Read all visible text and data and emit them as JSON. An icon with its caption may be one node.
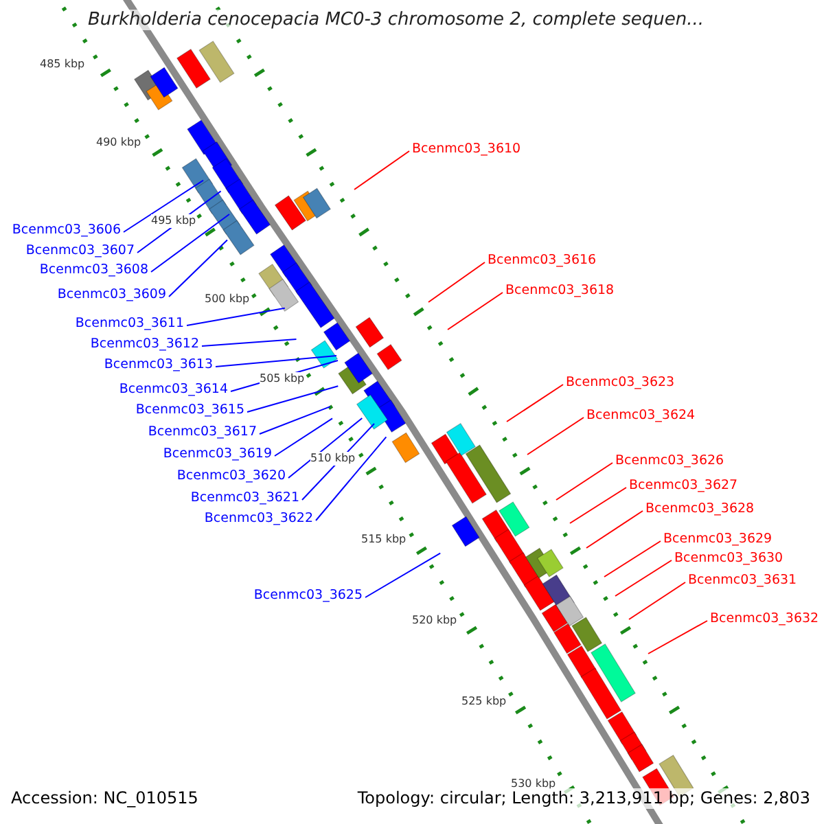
{
  "diagram": {
    "title": "Burkholderia cenocepacia MC0-3 chromosome 2, complete sequen...",
    "nodes": [
      {
        "text": [
          "Bcenmc03_3610"
        ]
      },
      {
        "text": [
          "Bcenmc03_3606"
        ]
      },
      {
        "text": [
          "Bcenmc03_3607"
        ]
      },
      {
        "text": [
          "Bcenmc03_3616"
        ]
      },
      {
        "text": [
          "Bcenmc03_3608"
        ]
      },
      {
        "text": [
          "Bcenmc03_3618"
        ]
      },
      {
        "text": [
          "Bcenmc03_3609"
        ]
      },
      {
        "text": [
          "Bcenmc03_3611"
        ]
      },
      {
        "text": [
          "Bcenmc03_3612"
        ]
      },
      {
        "text": [
          "Bcenmc03_3613"
        ]
      },
      {
        "text": [
          "Bcenmc03_3623"
        ]
      },
      {
        "text": [
          "Bcenmc03_3614"
        ]
      },
      {
        "text": [
          "Bcenmc03_3615"
        ]
      },
      {
        "text": [
          "Bcenmc03_3624"
        ]
      },
      {
        "text": [
          "Bcenmc03_3617"
        ]
      },
      {
        "text": [
          "Bcenmc03_3619"
        ]
      },
      {
        "text": [
          "Bcenmc03_3626"
        ]
      },
      {
        "text": [
          "Bcenmc03_3620"
        ]
      },
      {
        "text": [
          "Bcenmc03_3627"
        ]
      },
      {
        "text": [
          "Bcenmc03_3621"
        ]
      },
      {
        "text": [
          "Bcenmc03_3628"
        ]
      },
      {
        "text": [
          "Bcenmc03_3622"
        ]
      },
      {
        "text": [
          "Bcenmc03_3629"
        ]
      },
      {
        "text": [
          "Bcenmc03_3630"
        ]
      },
      {
        "text": [
          "Bcenmc03_3631"
        ]
      },
      {
        "text": [
          "Bcenmc03_3625"
        ]
      },
      {
        "text": [
          "Bcenmc03_3632"
        ]
      }
    ],
    "edges": [
      {
        "from": 0,
        "to": null,
        "arrow": "none",
        "color": "#ff0000"
      },
      {
        "from": 1,
        "to": null,
        "arrow": "none",
        "color": "#0000ff"
      },
      {
        "from": 2,
        "to": null,
        "arrow": "none",
        "color": "#0000ff"
      },
      {
        "from": 3,
        "to": null,
        "arrow": "none",
        "color": "#ff0000"
      },
      {
        "from": 4,
        "to": null,
        "arrow": "none",
        "color": "#0000ff"
      },
      {
        "from": 5,
        "to": null,
        "arrow": "none",
        "color": "#ff0000"
      },
      {
        "from": 6,
        "to": null,
        "arrow": "none",
        "color": "#0000ff"
      },
      {
        "from": 7,
        "to": null,
        "arrow": "none",
        "color": "#0000ff"
      },
      {
        "from": 8,
        "to": null,
        "arrow": "none",
        "color": "#0000ff"
      },
      {
        "from": 9,
        "to": null,
        "arrow": "none",
        "color": "#0000ff"
      },
      {
        "from": 10,
        "to": null,
        "arrow": "none",
        "color": "#ff0000"
      },
      {
        "from": 11,
        "to": null,
        "arrow": "none",
        "color": "#0000ff"
      },
      {
        "from": 12,
        "to": null,
        "arrow": "none",
        "color": "#0000ff"
      },
      {
        "from": 13,
        "to": null,
        "arrow": "none",
        "color": "#ff0000"
      },
      {
        "from": 14,
        "to": null,
        "arrow": "none",
        "color": "#0000ff"
      },
      {
        "from": 15,
        "to": null,
        "arrow": "none",
        "color": "#0000ff"
      },
      {
        "from": 16,
        "to": null,
        "arrow": "none",
        "color": "#ff0000"
      },
      {
        "from": 17,
        "to": null,
        "arrow": "none",
        "color": "#0000ff"
      },
      {
        "from": 18,
        "to": null,
        "arrow": "none",
        "color": "#ff0000"
      },
      {
        "from": 19,
        "to": null,
        "arrow": "none",
        "color": "#0000ff"
      },
      {
        "from": 20,
        "to": null,
        "arrow": "none",
        "color": "#ff0000"
      },
      {
        "from": 21,
        "to": null,
        "arrow": "none",
        "color": "#0000ff"
      },
      {
        "from": 22,
        "to": null,
        "arrow": "none",
        "color": "#ff0000"
      },
      {
        "from": 23,
        "to": null,
        "arrow": "none",
        "color": "#ff0000"
      },
      {
        "from": 24,
        "to": null,
        "arrow": "none",
        "color": "#ff0000"
      },
      {
        "from": 25,
        "to": null,
        "arrow": "none",
        "color": "#0000ff"
      },
      {
        "from": 26,
        "to": null,
        "arrow": "none",
        "color": "#ff0000"
      }
    ],
    "labels": [
      "485 kbp",
      "490 kbp",
      "495 kbp",
      "500 kbp",
      "505 kbp",
      "510 kbp",
      "515 kbp",
      "520 kbp",
      "525 kbp",
      "530 kbp",
      "Accession: NC_010515",
      "Topology: circular; Length: 3,213,911 bp; Genes: 2,803"
    ]
  }
}
